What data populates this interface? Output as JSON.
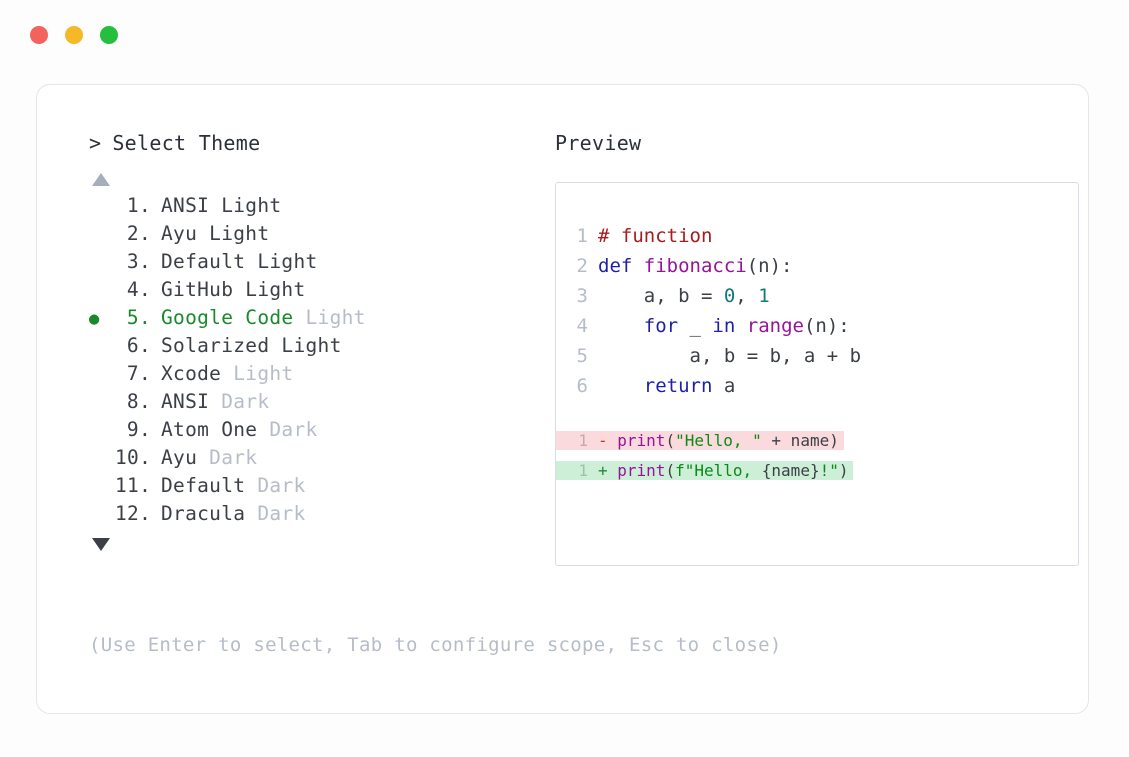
{
  "titlebar": {
    "close_label": "●",
    "minimize_label": "●",
    "zoom_label": "●",
    "colors": {
      "close": "#f4625c",
      "minimize": "#f5b827",
      "zoom": "#25bf40"
    }
  },
  "selector": {
    "caret": ">",
    "prompt": "Select Theme",
    "scroll_up": "▲",
    "scroll_down": "▼",
    "selected_index": 5,
    "bullet": "●",
    "items": [
      {
        "index": "1.",
        "name": "ANSI",
        "variant": "Light",
        "variant_dim": false,
        "selected": false
      },
      {
        "index": "2.",
        "name": "Ayu",
        "variant": "Light",
        "variant_dim": false,
        "selected": false
      },
      {
        "index": "3.",
        "name": "Default",
        "variant": "Light",
        "variant_dim": false,
        "selected": false
      },
      {
        "index": "4.",
        "name": "GitHub",
        "variant": "Light",
        "variant_dim": false,
        "selected": false
      },
      {
        "index": "5.",
        "name": "Google Code",
        "variant": "Light",
        "variant_dim": true,
        "selected": true
      },
      {
        "index": "6.",
        "name": "Solarized",
        "variant": "Light",
        "variant_dim": false,
        "selected": false
      },
      {
        "index": "7.",
        "name": "Xcode",
        "variant": "Light",
        "variant_dim": true,
        "selected": false
      },
      {
        "index": "8.",
        "name": "ANSI",
        "variant": "Dark",
        "variant_dim": true,
        "selected": false
      },
      {
        "index": "9.",
        "name": "Atom One",
        "variant": "Dark",
        "variant_dim": true,
        "selected": false
      },
      {
        "index": "10.",
        "name": "Ayu",
        "variant": "Dark",
        "variant_dim": true,
        "selected": false
      },
      {
        "index": "11.",
        "name": "Default",
        "variant": "Dark",
        "variant_dim": true,
        "selected": false
      },
      {
        "index": "12.",
        "name": "Dracula",
        "variant": "Dark",
        "variant_dim": true,
        "selected": false
      }
    ]
  },
  "preview": {
    "label": "Preview",
    "code_lines": [
      {
        "number": "1",
        "tokens": [
          {
            "text": "# function",
            "type": "comment"
          }
        ]
      },
      {
        "number": "2",
        "tokens": [
          {
            "text": "def ",
            "type": "keyword"
          },
          {
            "text": "fibonacci",
            "type": "func"
          },
          {
            "text": "(n):",
            "type": "punct"
          }
        ]
      },
      {
        "number": "3",
        "tokens": [
          {
            "text": "    a, b = ",
            "type": "plain"
          },
          {
            "text": "0",
            "type": "number"
          },
          {
            "text": ", ",
            "type": "plain"
          },
          {
            "text": "1",
            "type": "number"
          }
        ]
      },
      {
        "number": "4",
        "tokens": [
          {
            "text": "    ",
            "type": "plain"
          },
          {
            "text": "for",
            "type": "keyword"
          },
          {
            "text": " _ ",
            "type": "plain"
          },
          {
            "text": "in",
            "type": "keyword"
          },
          {
            "text": " ",
            "type": "plain"
          },
          {
            "text": "range",
            "type": "func"
          },
          {
            "text": "(n):",
            "type": "punct"
          }
        ]
      },
      {
        "number": "5",
        "tokens": [
          {
            "text": "        a, b = b, a + b",
            "type": "plain"
          }
        ]
      },
      {
        "number": "6",
        "tokens": [
          {
            "text": "    ",
            "type": "plain"
          },
          {
            "text": "return",
            "type": "keyword"
          },
          {
            "text": " a",
            "type": "plain"
          }
        ]
      }
    ],
    "diff_lines": [
      {
        "number": "1",
        "kind": "removed",
        "marker": "-",
        "tokens": [
          {
            "text": "print",
            "type": "func"
          },
          {
            "text": "(",
            "type": "punct"
          },
          {
            "text": "\"Hello, \"",
            "type": "string"
          },
          {
            "text": " + name)",
            "type": "plain"
          }
        ]
      },
      {
        "number": "1",
        "kind": "added",
        "marker": "+",
        "tokens": [
          {
            "text": "print",
            "type": "func"
          },
          {
            "text": "(",
            "type": "punct"
          },
          {
            "text": "f\"Hello, ",
            "type": "string"
          },
          {
            "text": "{name}",
            "type": "plain"
          },
          {
            "text": "!\"",
            "type": "string"
          },
          {
            "text": ")",
            "type": "punct"
          }
        ]
      }
    ]
  },
  "hint": "(Use Enter to select, Tab to configure scope, Esc to close)"
}
